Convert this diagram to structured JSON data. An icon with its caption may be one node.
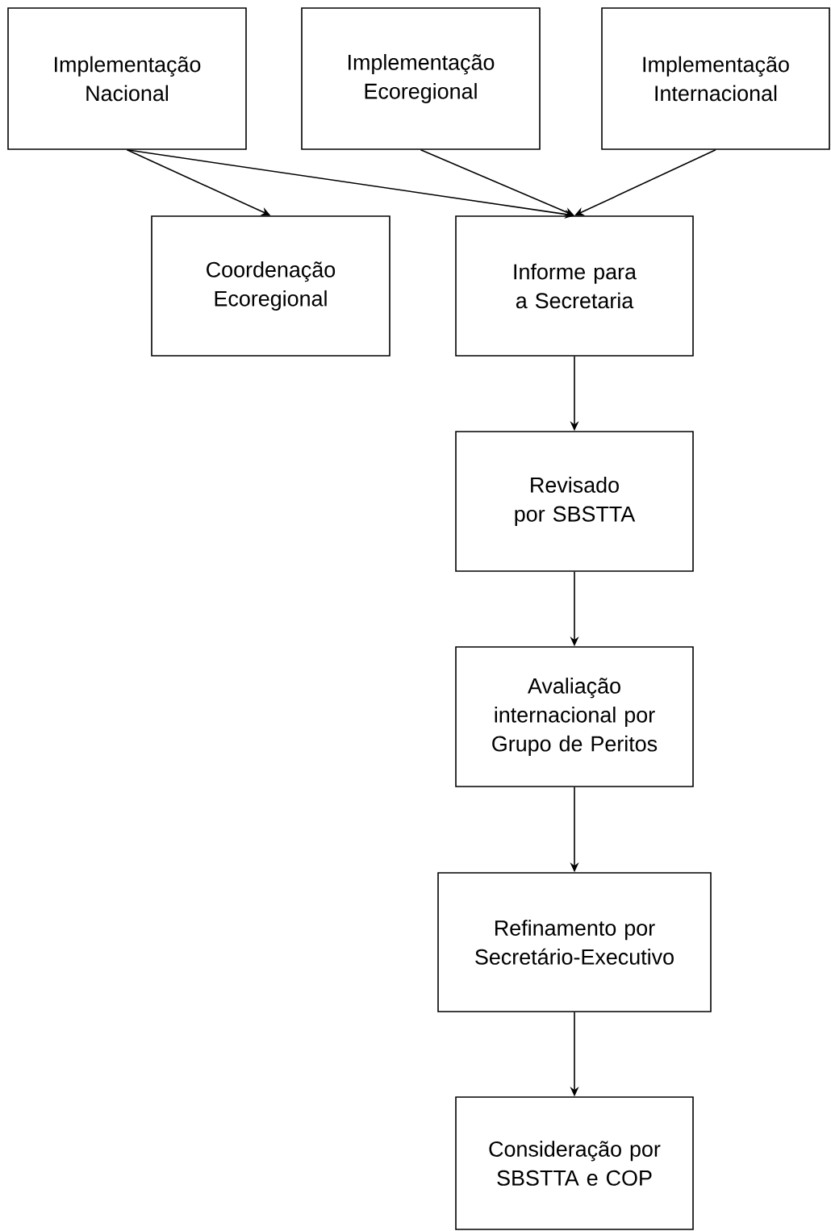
{
  "diagram": {
    "nodes": [
      {
        "text": [
          "Implementação Nacional"
        ]
      },
      {
        "text": [
          "Implementação Ecoregional"
        ]
      },
      {
        "text": [
          "Implementação Internacional"
        ]
      },
      {
        "text": [
          "Coordenação Ecoregional"
        ]
      },
      {
        "text": [
          "Informe para a Secretaria"
        ]
      },
      {
        "text": [
          "Revisado por SBSTTA"
        ]
      },
      {
        "text": [
          "Avaliação internacional por Grupo de Peritos"
        ]
      },
      {
        "text": [
          "Refinamento por Secretário-Executivo"
        ]
      },
      {
        "text": [
          "Consideração por SBSTTA e COP"
        ]
      }
    ],
    "edges": [
      {
        "from": 0,
        "to": 3,
        "arrow": "to"
      },
      {
        "from": 0,
        "to": 4,
        "arrow": "to"
      },
      {
        "from": 1,
        "to": 4,
        "arrow": "to"
      },
      {
        "from": 2,
        "to": 4,
        "arrow": "to"
      },
      {
        "from": 4,
        "to": 5,
        "arrow": "to"
      },
      {
        "from": 5,
        "to": 6,
        "arrow": "to"
      },
      {
        "from": 6,
        "to": 7,
        "arrow": "to"
      },
      {
        "from": 7,
        "to": 8,
        "arrow": "to"
      }
    ]
  }
}
